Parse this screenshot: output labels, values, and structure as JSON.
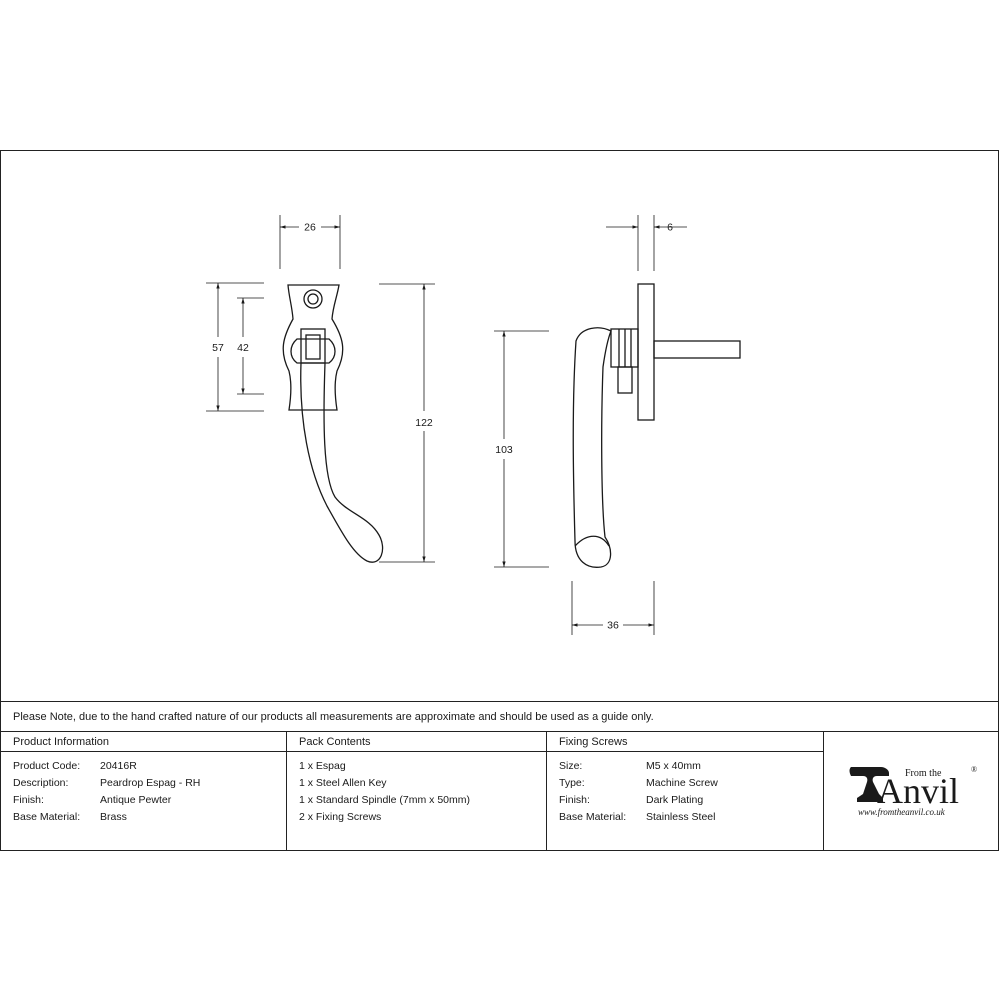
{
  "dimensions": {
    "front_width": "26",
    "front_height_outer": "57",
    "front_height_inner": "42",
    "front_total_length": "122",
    "side_plate_thickness": "6",
    "side_handle_length": "103",
    "side_projection": "36"
  },
  "note": "Please Note, due to the hand crafted nature of our products all measurements are approximate and should be used as a guide only.",
  "product_information": {
    "heading": "Product Information",
    "rows": [
      {
        "label": "Product Code:",
        "value": "20416R"
      },
      {
        "label": "Description:",
        "value": "Peardrop Espag - RH"
      },
      {
        "label": "Finish:",
        "value": "Antique Pewter"
      },
      {
        "label": "Base Material:",
        "value": "Brass"
      }
    ]
  },
  "pack_contents": {
    "heading": "Pack Contents",
    "items": [
      "1 x Espag",
      "1 x Steel Allen Key",
      "1 x Standard Spindle (7mm x 50mm)",
      "2 x Fixing Screws"
    ]
  },
  "fixing_screws": {
    "heading": "Fixing Screws",
    "rows": [
      {
        "label": "Size:",
        "value": "M5 x 40mm"
      },
      {
        "label": "Type:",
        "value": "Machine Screw"
      },
      {
        "label": "Finish:",
        "value": "Dark Plating"
      },
      {
        "label": "Base Material:",
        "value": "Stainless Steel"
      }
    ]
  },
  "logo": {
    "prefix": "From the",
    "brand": "Anvil",
    "registered": "®",
    "url": "www.fromtheanvil.co.uk"
  }
}
